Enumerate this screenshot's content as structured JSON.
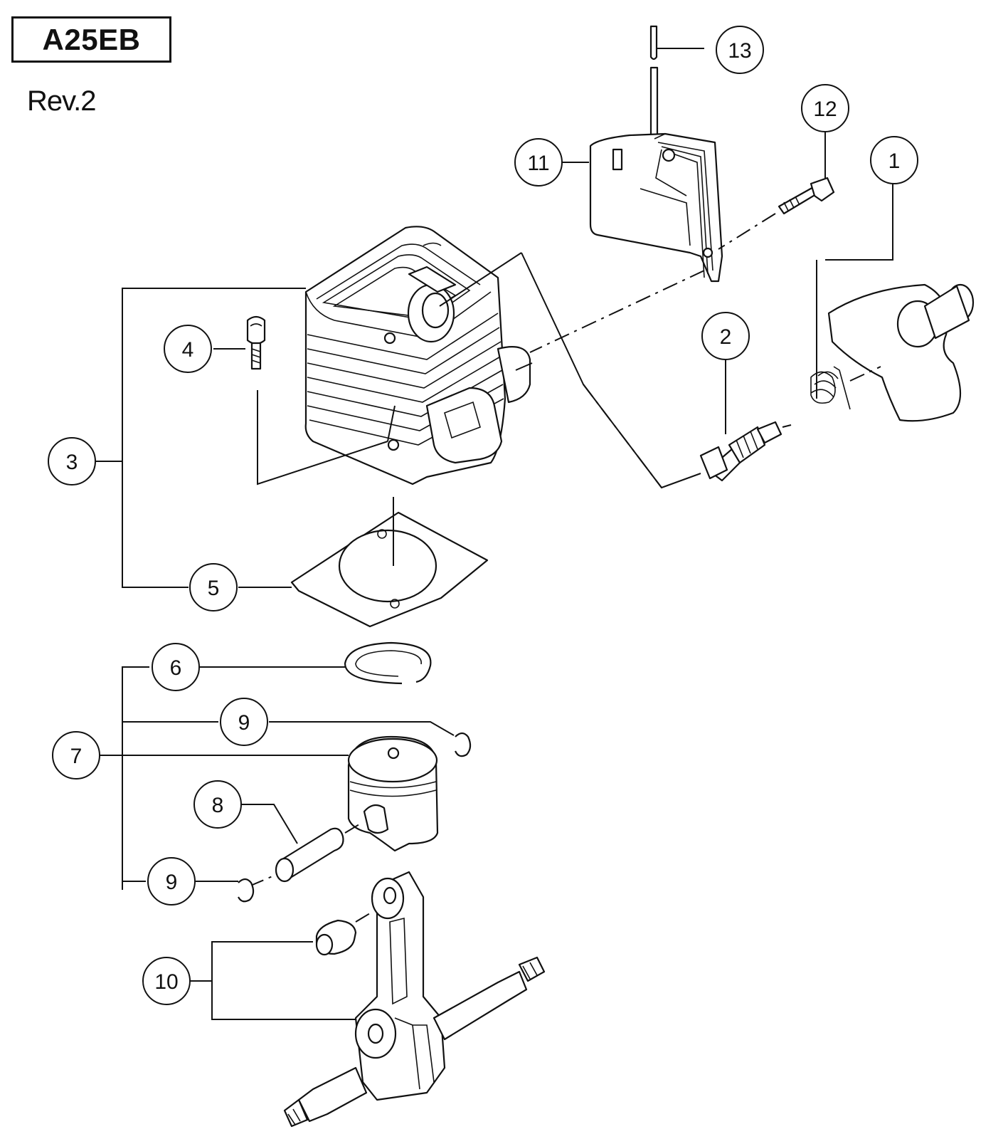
{
  "header": {
    "model": "A25EB",
    "revision": "Rev.2"
  },
  "callouts": [
    {
      "id": "c1",
      "label": "1"
    },
    {
      "id": "c2",
      "label": "2"
    },
    {
      "id": "c3",
      "label": "3"
    },
    {
      "id": "c4",
      "label": "4"
    },
    {
      "id": "c5",
      "label": "5"
    },
    {
      "id": "c6",
      "label": "6"
    },
    {
      "id": "c7",
      "label": "7"
    },
    {
      "id": "c8",
      "label": "8"
    },
    {
      "id": "c9a",
      "label": "9"
    },
    {
      "id": "c9b",
      "label": "9"
    },
    {
      "id": "c10",
      "label": "10"
    },
    {
      "id": "c11",
      "label": "11"
    },
    {
      "id": "c12",
      "label": "12"
    },
    {
      "id": "c13",
      "label": "13"
    }
  ],
  "colors": {
    "line": "#111111",
    "background": "#ffffff"
  }
}
